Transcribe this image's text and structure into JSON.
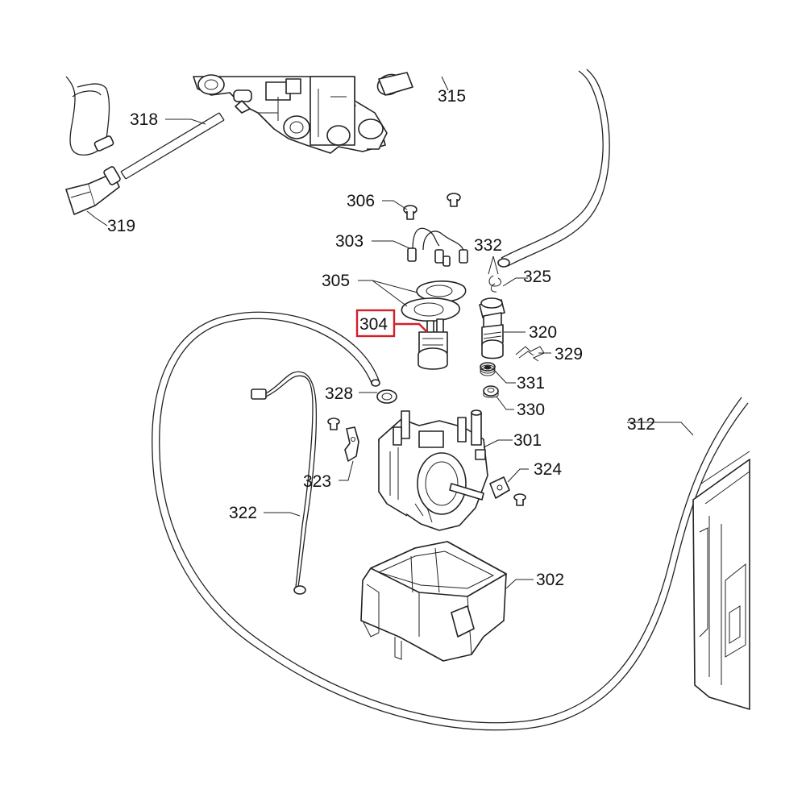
{
  "callouts": {
    "c315": "315",
    "c318": "318",
    "c319": "319",
    "c306": "306",
    "c303": "303",
    "c305": "305",
    "c304": "304",
    "c332": "332",
    "c325": "325",
    "c320": "320",
    "c329": "329",
    "c331": "331",
    "c330": "330",
    "c328": "328",
    "c312": "312",
    "c301": "301",
    "c324": "324",
    "c323": "323",
    "c322": "322",
    "c302": "302"
  },
  "highlighted_part": "304",
  "colors": {
    "highlight": "#d2202a",
    "line": "#222222",
    "background": "#ffffff"
  }
}
